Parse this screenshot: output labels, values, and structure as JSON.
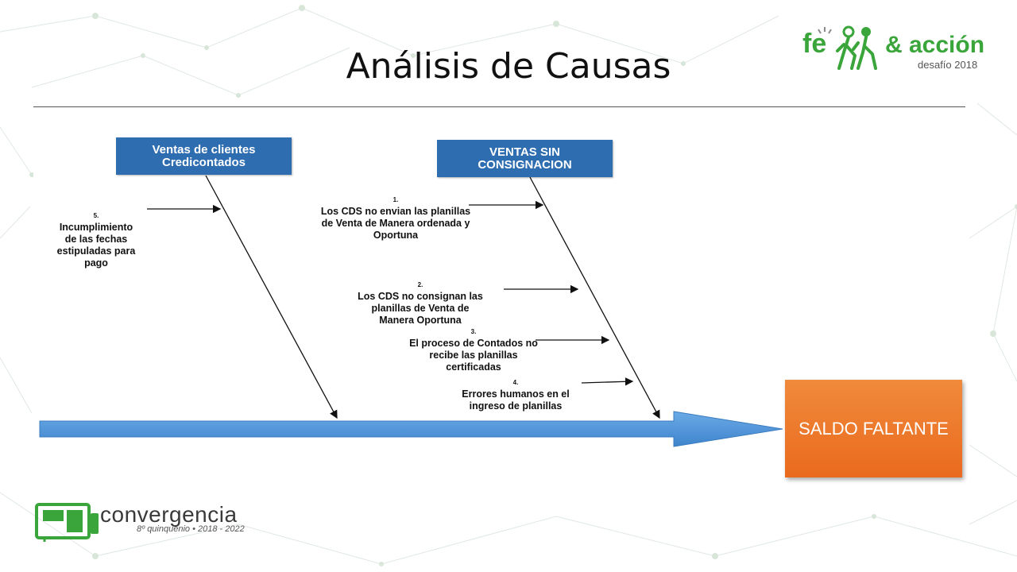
{
  "slide": {
    "title": "Análisis de Causas"
  },
  "logos": {
    "top_right": {
      "part1": "fe",
      "part2": "& acción",
      "sub": "desafío 2018"
    },
    "bottom_left": {
      "name": "convergencia",
      "sub": "8º quinquenio • 2018 - 2022"
    }
  },
  "diagram": {
    "categories": [
      {
        "label": "Ventas de clientes\nCredicontados"
      },
      {
        "label": "VENTAS SIN\nCONSIGNACION"
      }
    ],
    "causes": [
      {
        "num": "1.",
        "text": "Los CDS no envian las planillas\nde Venta de Manera ordenada y\nOportuna"
      },
      {
        "num": "2.",
        "text": "Los CDS no consignan las\nplanillas de Venta de\nManera Oportuna"
      },
      {
        "num": "3.",
        "text": "El proceso de Contados no\nrecibe las planillas\ncertificadas"
      },
      {
        "num": "4.",
        "text": "Errores humanos en el\ningreso de planillas"
      },
      {
        "num": "5.",
        "text": "Incumplimiento\nde las fechas\nestipuladas  para\npago"
      }
    ],
    "effect": {
      "label": "SALDO FALTANTE"
    },
    "colors": {
      "category": "#2e6db0",
      "spine": "#4a90d9",
      "effect": "#ee7a2e"
    }
  }
}
